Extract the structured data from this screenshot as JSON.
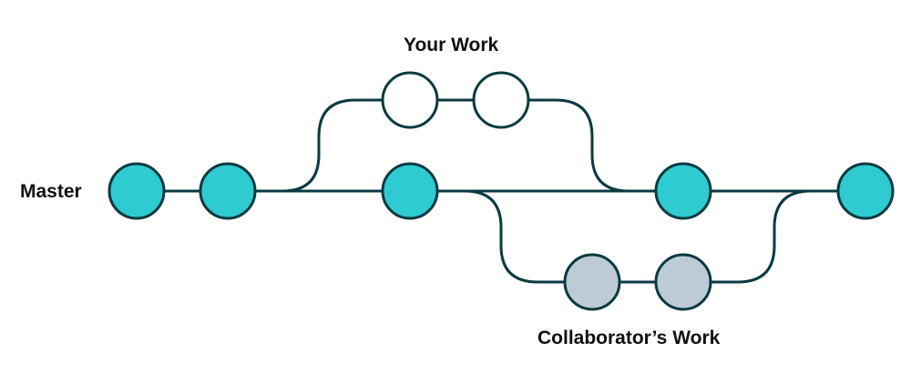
{
  "labels": {
    "master": "Master",
    "your_work": "Your Work",
    "collaborator_work": "Collaborator’s Work"
  },
  "colors": {
    "stroke": "#0b3a41",
    "master": "#2ecbd1",
    "your_work": "#ffffff",
    "collaborator": "#bccbd4"
  },
  "branches": {
    "master": {
      "commits": 5
    },
    "your_work": {
      "commits": 2
    },
    "collaborator": {
      "commits": 2
    }
  }
}
